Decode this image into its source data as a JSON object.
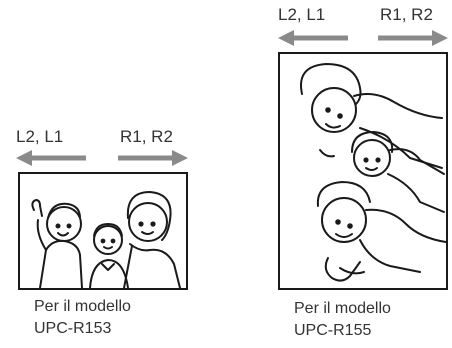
{
  "left_panel": {
    "label_left": "L2, L1",
    "label_right": "R1, R2",
    "caption_line1": "Per il modello",
    "caption_line2": "UPC-R153"
  },
  "right_panel": {
    "label_left": "L2, L1",
    "label_right": "R1, R2",
    "caption_line1": "Per il modello",
    "caption_line2": "UPC-R155"
  },
  "colors": {
    "arrow": "#8a8a8a",
    "frame": "#1a1a1a",
    "text": "#333333"
  },
  "icons": {
    "arrow_left": "arrow-left-icon",
    "arrow_right": "arrow-right-icon",
    "illustration": "family-portrait-illustration"
  }
}
